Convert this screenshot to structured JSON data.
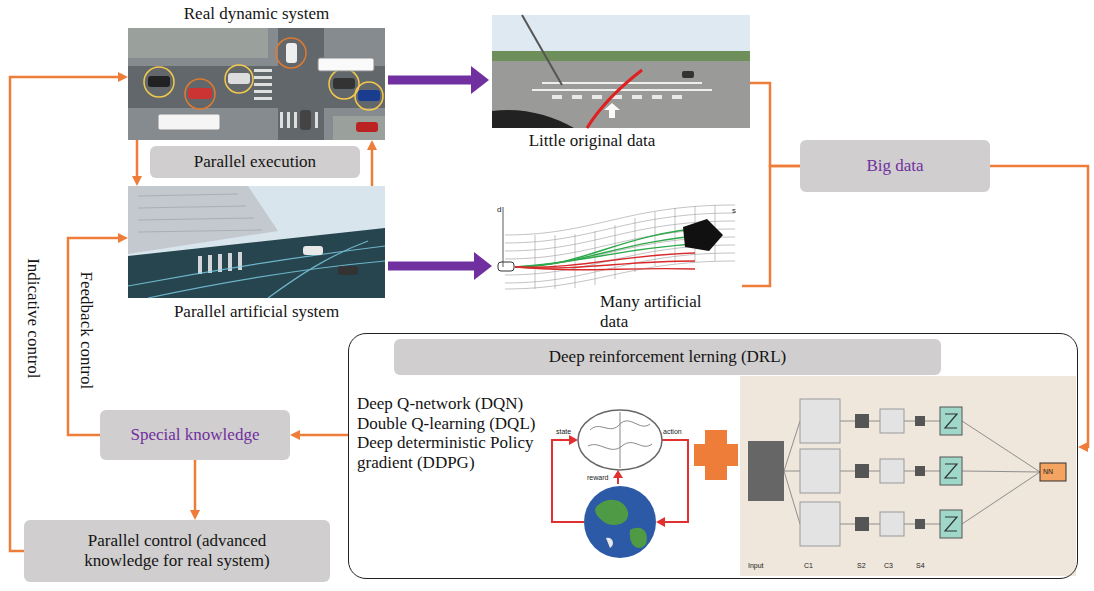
{
  "diagram": {
    "nodes": [
      {
        "text": [
          "Real dynamic system"
        ]
      },
      {
        "text": [
          "Parallel execution"
        ]
      },
      {
        "text": [
          "Parallel artificial system"
        ]
      },
      {
        "text": [
          "Little original data"
        ]
      },
      {
        "text": [
          "Many artificial data"
        ]
      },
      {
        "text": [
          "Big data"
        ]
      },
      {
        "text": [
          "Deep Q-network (DQN) Double Q-learning (DQL) Deep deterministic Policy gradient (DDPG)"
        ]
      },
      {
        "text": [
          "Deep reinforcement lerning (DRL)"
        ],
        "in": 6
      },
      {
        "text": [
          "Special knowledge"
        ]
      },
      {
        "text": [
          "Parallel control (advanced knowledge for real system)"
        ]
      }
    ],
    "edges": [
      {
        "from": 0,
        "to": 3,
        "arrow": "to"
      },
      {
        "from": 2,
        "to": 4,
        "arrow": "to"
      },
      {
        "from": 0,
        "to": 2,
        "arrow": "to"
      },
      {
        "from": 2,
        "to": 0,
        "arrow": "to"
      },
      {
        "from": 3,
        "to": 5,
        "arrow": "none"
      },
      {
        "from": 4,
        "to": 5,
        "arrow": "none"
      },
      {
        "from": 5,
        "to": 6,
        "arrow": "to"
      },
      {
        "from": 6,
        "to": 8,
        "arrow": "to"
      },
      {
        "from": 8,
        "to": 9,
        "arrow": "to"
      },
      {
        "from": 8,
        "to": 2,
        "label": "Feedback control",
        "arrow": "to"
      },
      {
        "from": 9,
        "to": 0,
        "label": "Indicative control",
        "arrow": "to"
      }
    ],
    "labels": [
      "state",
      "action",
      "reward",
      "d",
      "s",
      "Input",
      "C1",
      "S2",
      "C3",
      "S4",
      "NN"
    ]
  }
}
